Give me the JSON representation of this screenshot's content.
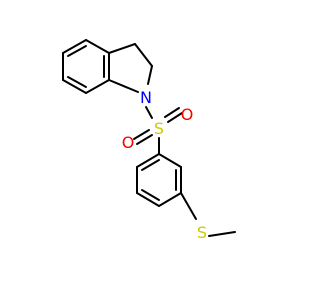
{
  "molecule": {
    "atoms": {
      "n": {
        "label": "N",
        "color": "#0000ff"
      },
      "s1": {
        "label": "S",
        "color": "#cccc00"
      },
      "o1": {
        "label": "O",
        "color": "#ff0000"
      },
      "o2": {
        "label": "O",
        "color": "#ff0000"
      },
      "s2": {
        "label": "S",
        "color": "#cccc00"
      }
    },
    "bond_color": "#000000"
  }
}
